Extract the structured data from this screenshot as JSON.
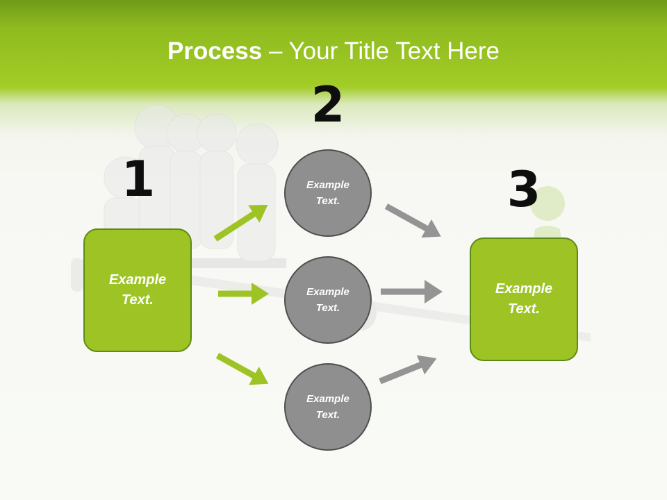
{
  "title": {
    "bold": "Process",
    "rest": " – Your Title Text Here"
  },
  "steps": {
    "one": "1",
    "two": "2",
    "three": "3"
  },
  "left_box": {
    "text": "Example Text."
  },
  "right_box": {
    "text": "Example Text."
  },
  "circles": [
    {
      "text": "Example Text."
    },
    {
      "text": "Example Text."
    },
    {
      "text": "Example Text."
    }
  ],
  "colors": {
    "accent_green": "#9dc424",
    "header_green": "#8fbb1f",
    "circle_gray": "#8f8f8f",
    "arrow_gray": "#949494"
  }
}
